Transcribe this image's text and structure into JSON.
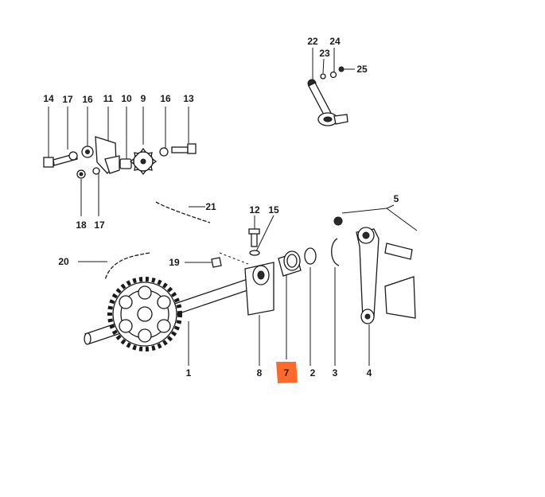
{
  "diagram": {
    "highlight_color": "#ff6a2a",
    "highlighted_part": "7",
    "callouts": {
      "p1": "1",
      "p2": "2",
      "p3": "3",
      "p4": "4",
      "p5": "5",
      "p7": "7",
      "p8": "8",
      "p9": "9",
      "p10": "10",
      "p11": "11",
      "p12": "12",
      "p13": "13",
      "p14": "14",
      "p15": "15",
      "p16a": "16",
      "p16b": "16",
      "p17a": "17",
      "p17b": "17",
      "p18": "18",
      "p19": "19",
      "p20": "20",
      "p21": "21",
      "p22": "22",
      "p23": "23",
      "p24": "24",
      "p25": "25"
    }
  }
}
